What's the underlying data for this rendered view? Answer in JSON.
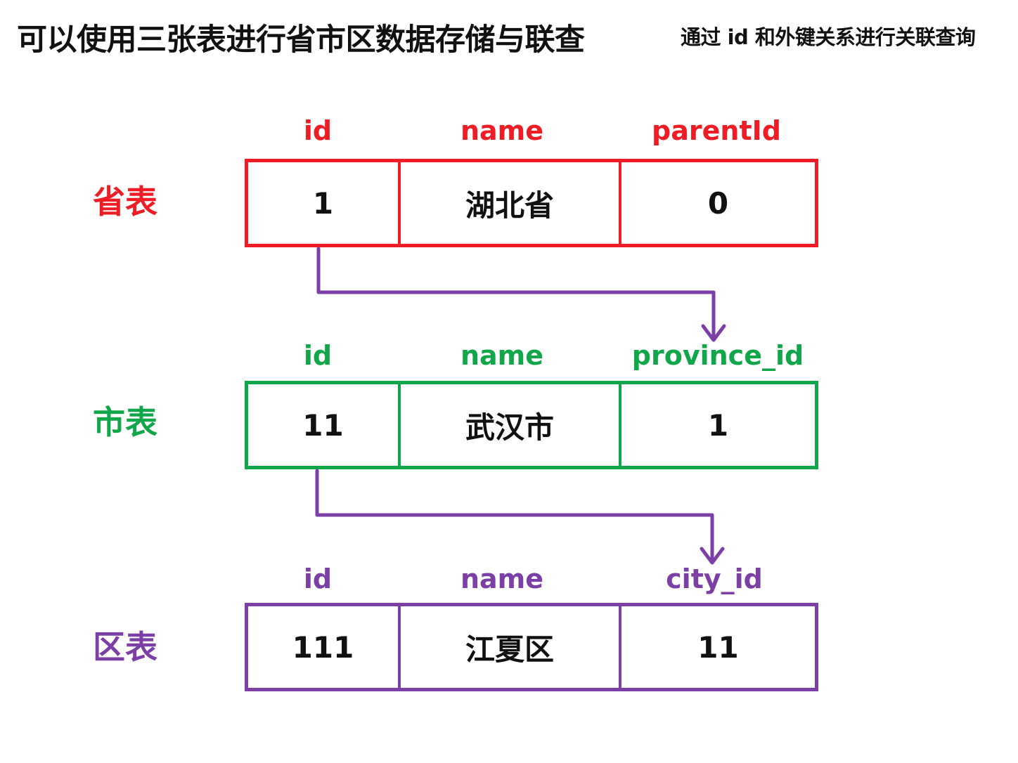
{
  "title": "可以使用三张表进行省市区数据存储与联查",
  "subtitle": "通过 id 和外键关系进行关联查询",
  "colors": {
    "province": "#ee1c24",
    "city": "#12a64a",
    "district": "#7b3fa6",
    "arrow": "#7b3fa6"
  },
  "tables": [
    {
      "label": "省表",
      "headers": [
        "id",
        "name",
        "parentId"
      ],
      "values": [
        "1",
        "湖北省",
        "0"
      ]
    },
    {
      "label": "市表",
      "headers": [
        "id",
        "name",
        "province_id"
      ],
      "values": [
        "11",
        "武汉市",
        "1"
      ]
    },
    {
      "label": "区表",
      "headers": [
        "id",
        "name",
        "city_id"
      ],
      "values": [
        "111",
        "江夏区",
        "11"
      ]
    }
  ]
}
